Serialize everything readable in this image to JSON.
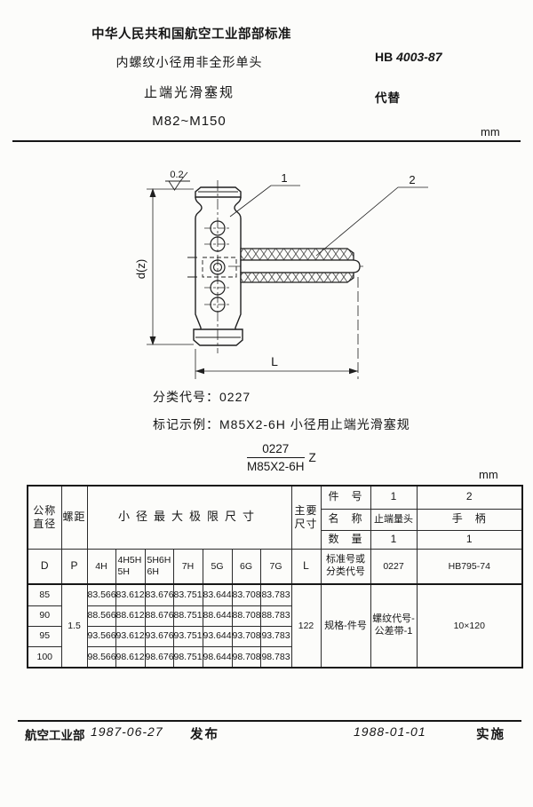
{
  "header": {
    "org_line": "中华人民共和国航空工业部部标准",
    "title_line1": "内螺纹小径用非全形单头",
    "title_line2": "止端光滑塞规",
    "title_line3": "M82~M150",
    "std_no_prefix": "HB",
    "std_no_number": "4003-87",
    "replaces_label": "代替",
    "unit": "mm"
  },
  "drawing": {
    "roughness_value": "0.2",
    "label_1": "1",
    "label_2": "2",
    "dim_vertical": "d(z)",
    "dim_horizontal": "L"
  },
  "classification": {
    "line1_label": "分类代号：",
    "line1_value": "0227",
    "line2_label": "标记示例：",
    "line2_value": "M85X2-6H  小径用止端光滑塞规",
    "fraction_top": "0227",
    "fraction_bottom": "M85X2-6H",
    "fraction_suffix": "Z"
  },
  "table": {
    "unit": "mm",
    "col_d_title": "公称\n直径",
    "col_d_sym": "D",
    "col_p_title": "螺距",
    "col_p_sym": "P",
    "group_title": "小径最大极限尺寸",
    "classes": [
      "4H",
      "4H5H\n5H",
      "5H6H\n6H",
      "7H",
      "5G",
      "6G",
      "7G"
    ],
    "col_l_title": "主要\n尺寸",
    "col_l_sym": "L",
    "part_row": {
      "label": "件　号",
      "c1": "1",
      "c2": "2"
    },
    "name_row": {
      "label": "名　称",
      "c1": "止端量头",
      "c2": "手　柄"
    },
    "qty_row": {
      "label": "数　量",
      "c1": "1",
      "c2": "1"
    },
    "std_row": {
      "label": "标准号或\n分类代号",
      "c1": "0227",
      "c2": "HB795-74"
    },
    "spec_row": {
      "label": "规格-件号",
      "c1": "螺纹代号-\n公差带-1",
      "c2": "10×120"
    },
    "pitch_value": "1.5",
    "l_value": "122",
    "rows": [
      {
        "d": "85",
        "v": [
          "83.566",
          "83.612",
          "83.676",
          "83.751",
          "83.644",
          "83.708",
          "83.783"
        ]
      },
      {
        "d": "90",
        "v": [
          "88.566",
          "88.612",
          "88.676",
          "88.751",
          "88.644",
          "88.708",
          "88.783"
        ]
      },
      {
        "d": "95",
        "v": [
          "93.566",
          "93.612",
          "93.676",
          "93.751",
          "93.644",
          "93.708",
          "93.783"
        ]
      },
      {
        "d": "100",
        "v": [
          "98.566",
          "98.612",
          "98.676",
          "98.751",
          "98.644",
          "98.708",
          "98.783"
        ]
      }
    ]
  },
  "footer": {
    "org": "航空工业部",
    "issue_date": "1987-06-27",
    "issue_label": "发布",
    "impl_date": "1988-01-01",
    "impl_label": "实施"
  }
}
